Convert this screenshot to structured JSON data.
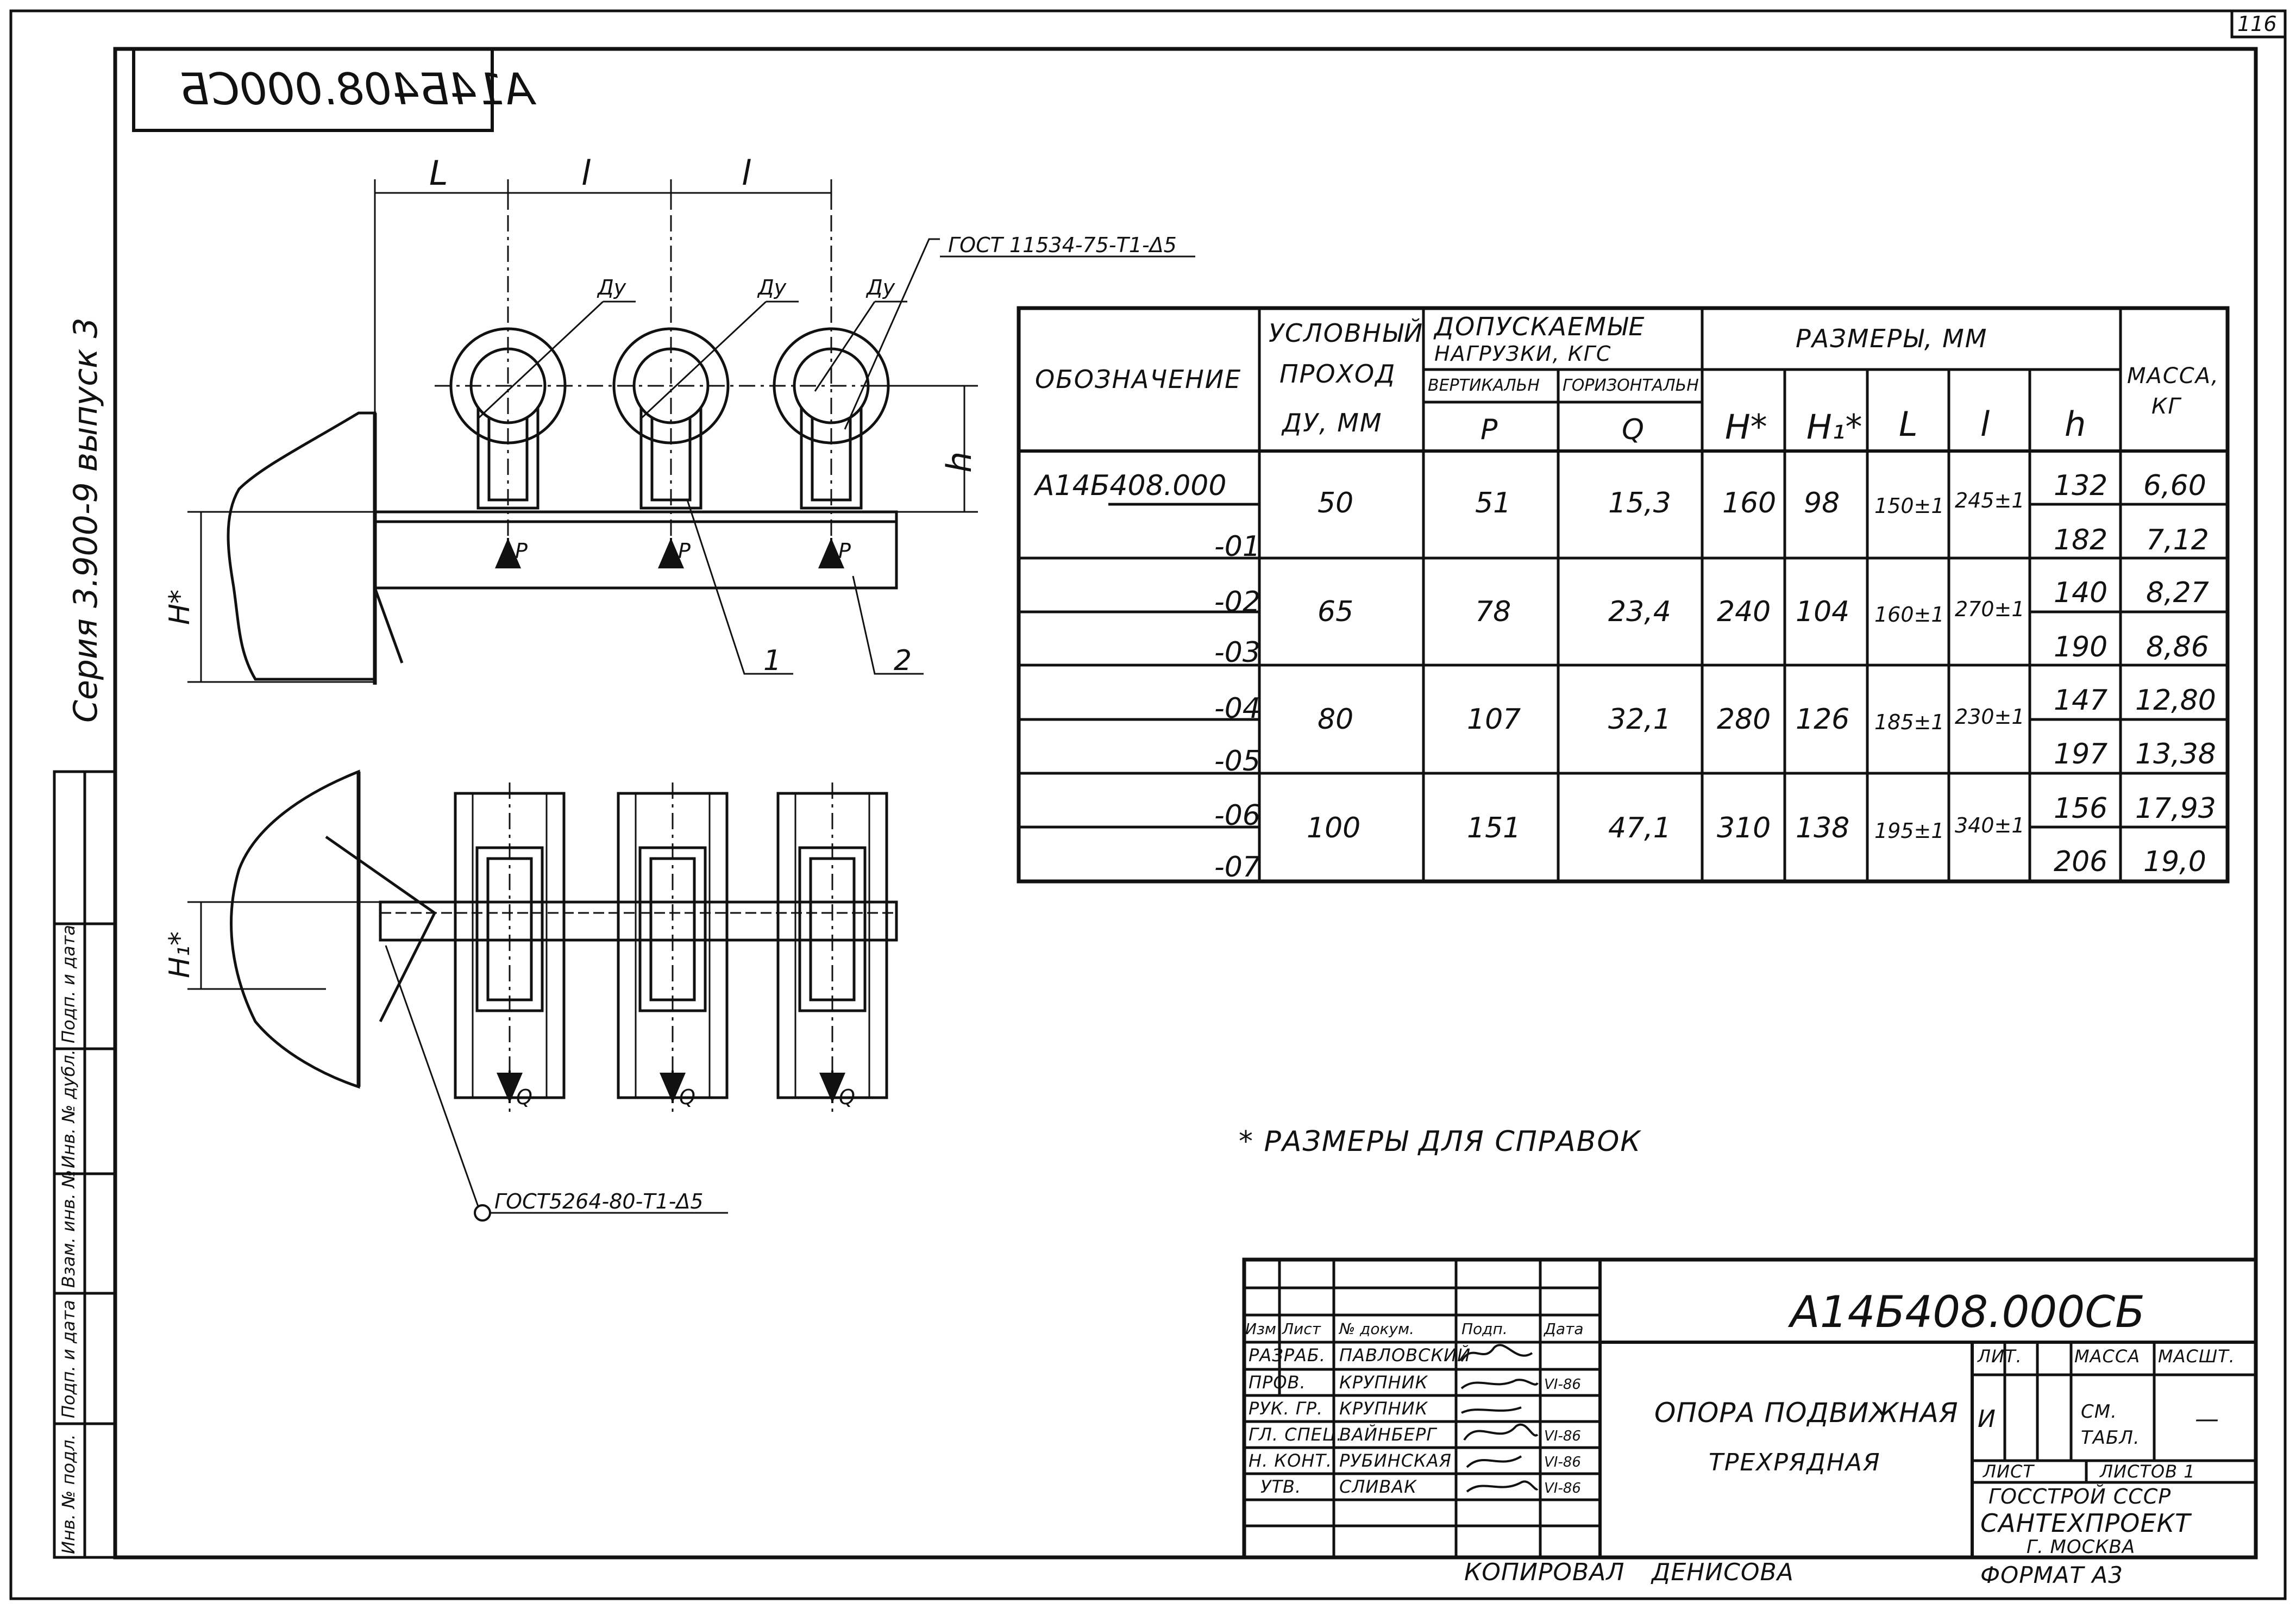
{
  "sheet_number": "116",
  "doc_code_stamp": "А14Б408.000СБ",
  "side_text": {
    "series": "Серия 3.900-9 выпуск 3",
    "stamp_fields": [
      "Инв. № подл.",
      "Подп. и дата",
      "Взам. инв. №",
      "Инв. № дубл.",
      "Подп. и дата"
    ]
  },
  "drawing_labels": {
    "L": "L",
    "l": "l",
    "du": "Ду",
    "gost_top": "ГОСТ 11534-75-Т1-Δ5",
    "gost_bottom": "ГОСТ5264-80-Т1-Δ5",
    "h": "h",
    "H": "H*",
    "H1": "H₁*",
    "P": "P",
    "Q": "Q",
    "callout1": "1",
    "callout2": "2"
  },
  "table": {
    "headers": {
      "designation": "Обозначение",
      "nominal_bore": [
        "Условный",
        "проход",
        "Ду, мм"
      ],
      "loads": [
        "Допускаемые",
        "нагрузки, кгс"
      ],
      "vertical": "вертикальн",
      "horizontal": "горизонтальн",
      "P": "P",
      "Q": "Q",
      "dims": "Размеры, мм",
      "H": "H*",
      "H1": "H₁*",
      "L": "L",
      "l": "l",
      "h": "h",
      "mass": [
        "Масса,",
        "кг"
      ]
    },
    "rows": [
      {
        "designation": "А14Б408.000",
        "h": "132",
        "mass": "6,60"
      },
      {
        "designation": "-01",
        "h": "182",
        "mass": "7,12"
      },
      {
        "designation": "-02",
        "h": "140",
        "mass": "8,27"
      },
      {
        "designation": "-03",
        "h": "190",
        "mass": "8,86"
      },
      {
        "designation": "-04",
        "h": "147",
        "mass": "12,80"
      },
      {
        "designation": "-05",
        "h": "197",
        "mass": "13,38"
      },
      {
        "designation": "-06",
        "h": "156",
        "mass": "17,93"
      },
      {
        "designation": "-07",
        "h": "206",
        "mass": "19,0"
      }
    ],
    "groups": [
      {
        "du": "50",
        "P": "51",
        "Q": "15,3",
        "H": "160",
        "H1": "98",
        "L": "150±1",
        "l": "245±1"
      },
      {
        "du": "65",
        "P": "78",
        "Q": "23,4",
        "H": "240",
        "H1": "104",
        "L": "160±1",
        "l": "270±1"
      },
      {
        "du": "80",
        "P": "107",
        "Q": "32,1",
        "H": "280",
        "H1": "126",
        "L": "185±1",
        "l": "230±1"
      },
      {
        "du": "100",
        "P": "151",
        "Q": "47,1",
        "H": "310",
        "H1": "138",
        "L": "195±1",
        "l": "340±1"
      }
    ]
  },
  "note": "* Размеры для справок",
  "title_block": {
    "code": "А14Б408.000СБ",
    "title_line1": "Опора подвижная",
    "title_line2": "трехрядная",
    "col_headers": [
      "Изм",
      "Лист",
      "№ докум.",
      "Подп.",
      "Дата"
    ],
    "roles": [
      {
        "role": "Разраб.",
        "name": "Павловский",
        "date": ""
      },
      {
        "role": "Пров.",
        "name": "Крупник",
        "date": "VI-86"
      },
      {
        "role": "Рук. гр.",
        "name": "Крупник",
        "date": ""
      },
      {
        "role": "Гл. спец.",
        "name": "Вайнберг",
        "date": "VI-86"
      },
      {
        "role": "Н. конт.",
        "name": "Рубинская",
        "date": "VI-86"
      },
      {
        "role": "Утв.",
        "name": "Сливак",
        "date": "VI-86"
      }
    ],
    "lit_label": "Лит.",
    "lit_value": "И",
    "mass_label": "Масса",
    "mass_value": "см. табл.",
    "scale_label": "Масшт.",
    "scale_value": "—",
    "sheet_label": "Лист",
    "sheets_label": "Листов 1",
    "org_line1": "Госстрой СССР",
    "org_line2": "Сантехпроект",
    "org_line3": "г. Москва",
    "copied": "Копировал",
    "copier": "Денисова",
    "format": "Формат А3"
  }
}
